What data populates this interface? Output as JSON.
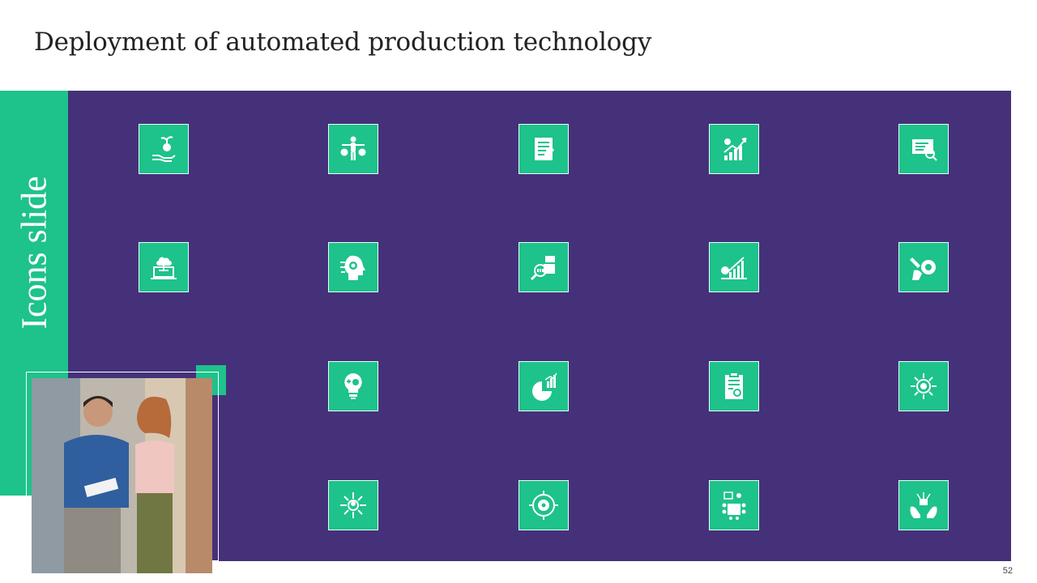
{
  "slide": {
    "title": "Deployment of automated production technology",
    "side_label": "Icons slide",
    "page_number": "52"
  },
  "colors": {
    "accent_green": "#1ec28b",
    "panel_purple": "#45317a",
    "title_text": "#222222"
  },
  "icons": [
    "hand-plant-money-icon",
    "balance-person-icon",
    "checklist-document-icon",
    "gear-growth-chart-icon",
    "certificate-search-icon",
    "cloud-laptop-network-icon",
    "head-gears-icon",
    "magnifier-boxes-icon",
    "money-bar-chart-icon",
    "hand-wrench-gear-icon",
    "lightbulb-gear-icon",
    "pie-bar-chart-icon",
    "clipboard-report-icon",
    "gear-network-icon",
    "person-network-icon",
    "gear-cycle-icon",
    "meeting-presentation-icon",
    "hands-support-icon"
  ]
}
